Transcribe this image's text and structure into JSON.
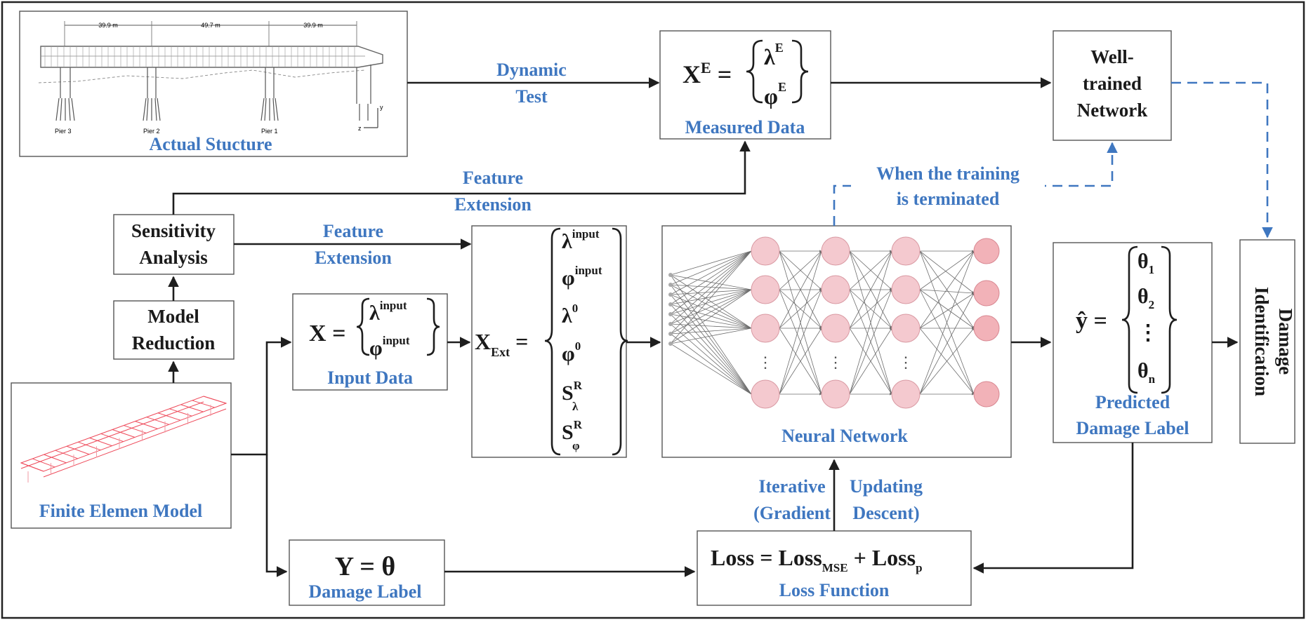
{
  "nodes": {
    "actual_structure": {
      "label": "Actual Stucture",
      "spans": [
        "39.9 m",
        "49.7 m",
        "39.9 m"
      ],
      "piers": [
        "Pier 3",
        "Pier 2",
        "Pier 1"
      ],
      "axes": [
        "y",
        "z"
      ]
    },
    "measured_data": {
      "label": "Measured Data",
      "lhs": "X",
      "lhs_sup": "E",
      "items": [
        [
          "λ",
          "E"
        ],
        [
          "φ",
          "E"
        ]
      ]
    },
    "well_trained": {
      "lines": [
        "Well-",
        "trained",
        "Network"
      ]
    },
    "sensitivity": {
      "lines": [
        "Sensitivity",
        "Analysis"
      ]
    },
    "model_reduction": {
      "lines": [
        "Model",
        "Reduction"
      ]
    },
    "fem": {
      "label": "Finite Elemen Model"
    },
    "input_data": {
      "label": "Input Data",
      "lhs": "X",
      "items": [
        [
          "λ",
          "input"
        ],
        [
          "φ",
          "input"
        ]
      ]
    },
    "x_ext": {
      "lhs": "X",
      "lhs_sub": "Ext",
      "items": [
        {
          "base": "λ",
          "sup": "input",
          "sub": ""
        },
        {
          "base": "φ",
          "sup": "input",
          "sub": ""
        },
        {
          "base": "λ",
          "sup": "0",
          "sub": ""
        },
        {
          "base": "φ",
          "sup": "0",
          "sub": ""
        },
        {
          "base": "S",
          "sup": "R",
          "sub": "λ"
        },
        {
          "base": "S",
          "sup": "R",
          "sub": "φ"
        }
      ]
    },
    "neural_network": {
      "label": "Neural Network",
      "dots": "⋮"
    },
    "predicted": {
      "lines": [
        "Predicted",
        "Damage Label"
      ],
      "lhs": "ŷ",
      "items": [
        [
          "θ",
          "1"
        ],
        [
          "θ",
          "2"
        ],
        [
          "⋮",
          ""
        ],
        [
          "θ",
          "n"
        ]
      ]
    },
    "damage_id": {
      "lines": [
        "Damage",
        "Identification"
      ]
    },
    "damage_label": {
      "label": "Damage Label",
      "eq": "Y = θ"
    },
    "loss": {
      "label": "Loss Function",
      "t1": "Loss = Loss",
      "sub1": "MSE",
      "t2": " + Loss",
      "sub2": "p"
    }
  },
  "edges": {
    "dynamic_test": [
      "Dynamic",
      "Test"
    ],
    "feature_ext_top": [
      "Feature",
      "Extension"
    ],
    "feature_ext_mid": [
      "Feature",
      "Extension"
    ],
    "training_terminated": [
      "When the training",
      "is terminated"
    ],
    "iterative_left": [
      "Iterative",
      "(Gradient"
    ],
    "iterative_right": [
      "Updating",
      "Descent)"
    ]
  },
  "colors": {
    "accent": "#3f77c0",
    "line": "#1e1e1e",
    "node": "#f4c9cf"
  }
}
